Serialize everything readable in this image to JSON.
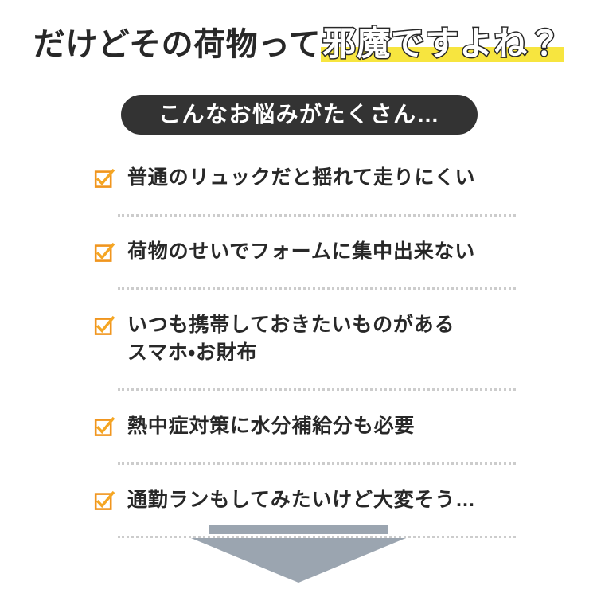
{
  "headline": {
    "plain_text": "だけどその荷物って",
    "highlight_text": "邪魔ですよね？",
    "highlight_color": "#f7e53f",
    "text_color": "#282828"
  },
  "banner": {
    "label": "こんなお悩みがたくさん…",
    "background_color": "#333333",
    "text_color": "#ffffff"
  },
  "checklist": {
    "check_color": "#f0951e",
    "divider_color": "#cccccc",
    "items": [
      {
        "line1": "普通のリュックだと揺れて走りにくい",
        "line2": "",
        "icon": "checkbox-checked-icon"
      },
      {
        "line1": "荷物のせいでフォームに集中出来ない",
        "line2": "",
        "icon": "checkbox-checked-icon"
      },
      {
        "line1": "いつも携帯しておきたいものがある",
        "line2": "スマホ・お財布",
        "icon": "checkbox-checked-icon"
      },
      {
        "line1": "熱中症対策に水分補給分も必要",
        "line2": "",
        "icon": "checkbox-checked-icon"
      },
      {
        "line1": "通勤ランもしてみたいけど大変そう…",
        "line2": "",
        "icon": "checkbox-checked-icon"
      }
    ]
  },
  "arrow": {
    "icon": "down-arrow-icon",
    "color": "#9ba5b0"
  }
}
